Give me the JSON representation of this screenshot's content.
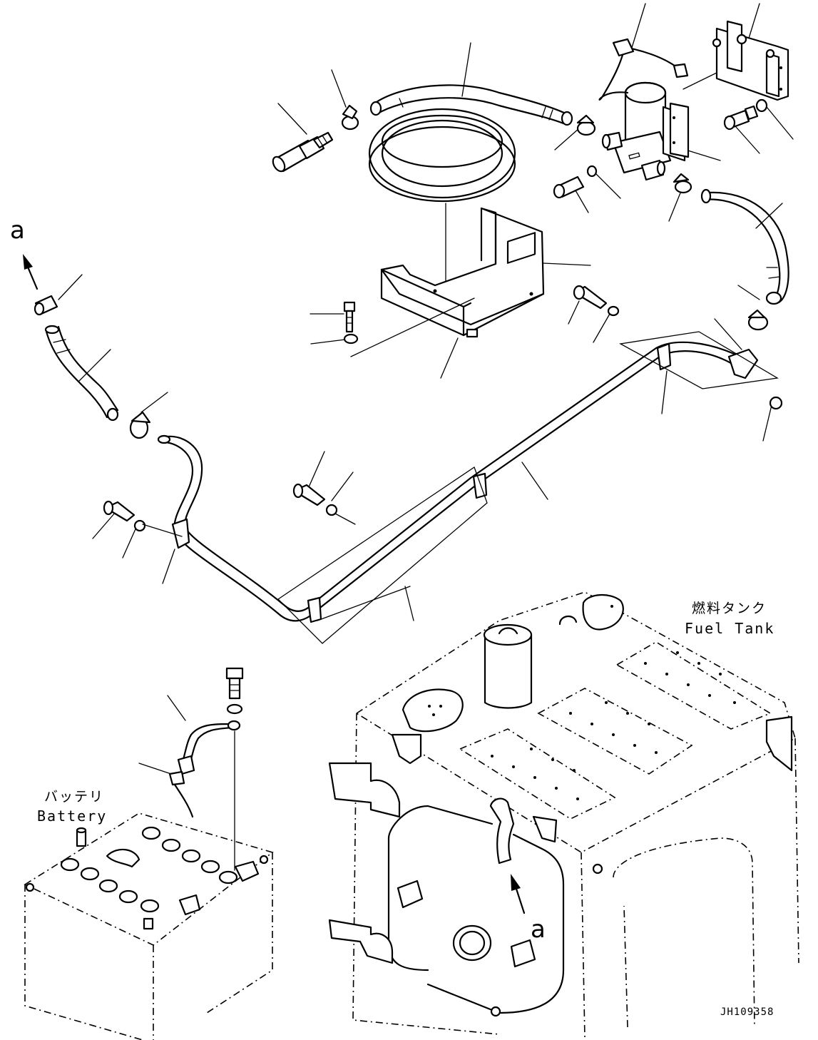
{
  "labels": {
    "fuel_tank_jp": "燃料タンク",
    "fuel_tank_en": "Fuel Tank",
    "battery_jp": "バッテリ",
    "battery_en": "Battery",
    "view_a_top": "a",
    "view_a_bottom": "a",
    "drawing_code": "JH109358"
  }
}
